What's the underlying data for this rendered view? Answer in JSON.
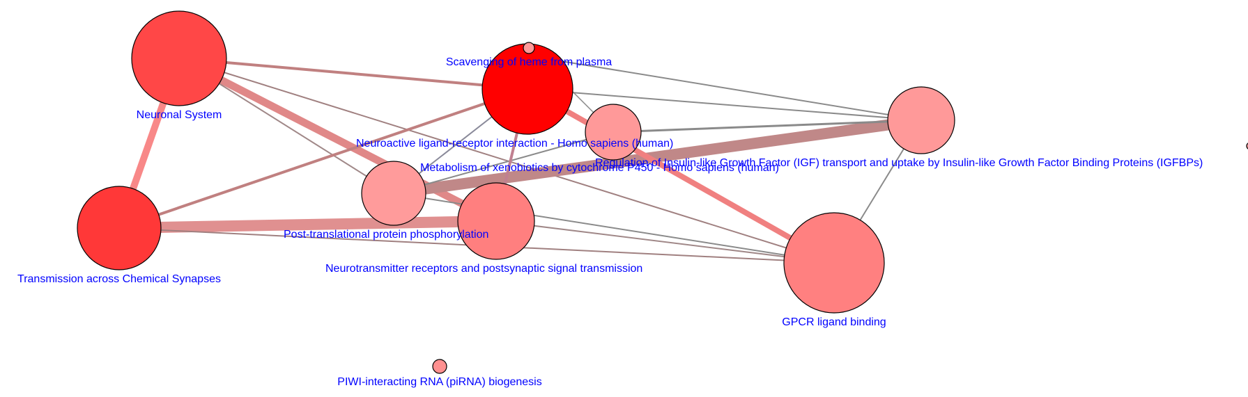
{
  "network": {
    "nodes": [
      {
        "id": "neuronal_system",
        "label": "Neuronal System",
        "color": "#ff4747"
      },
      {
        "id": "transmission_chemical_synapses",
        "label": "Transmission across Chemical Synapses",
        "color": "#ff3838"
      },
      {
        "id": "scavenging_heme",
        "label": "Scavenging of heme from plasma",
        "color": "#ff0000"
      },
      {
        "id": "neuroactive_ligand",
        "label": "Neuroactive ligand-receptor interaction - Homo sapiens (human)",
        "color": "#ff9999"
      },
      {
        "id": "metabolism_xenobiotics",
        "label": "Metabolism of xenobiotics by cytochrome P450 - Homo sapiens (human)",
        "color": "#ff9a9a"
      },
      {
        "id": "igf_transport",
        "label": "Regulation of Insulin-like Growth Factor (IGF) transport and uptake by Insulin-like Growth Factor Binding Proteins (IGFBPs)",
        "color": "#ff9999"
      },
      {
        "id": "post_translational",
        "label": "Post-translational protein phosphorylation",
        "color": "#ff9b9b"
      },
      {
        "id": "neurotransmitter_receptors",
        "label": "Neurotransmitter receptors and postsynaptic signal transmission",
        "color": "#ff7f7f"
      },
      {
        "id": "gpcr_ligand",
        "label": "GPCR ligand binding",
        "color": "#ff8080"
      },
      {
        "id": "piwi_rna",
        "label": "PIWI-interacting RNA (piRNA) biogenesis",
        "color": "#ff9090"
      }
    ],
    "edges": [
      {
        "source": "neuronal_system",
        "target": "transmission_chemical_synapses",
        "weight": 10,
        "color": "#f88888"
      },
      {
        "source": "neuronal_system",
        "target": "neurotransmitter_receptors",
        "weight": 11,
        "color": "#e08888"
      },
      {
        "source": "neuronal_system",
        "target": "scavenging_heme",
        "weight": 4,
        "color": "#c08080"
      },
      {
        "source": "neuronal_system",
        "target": "gpcr_ligand",
        "weight": 2,
        "color": "#a08080"
      },
      {
        "source": "neuronal_system",
        "target": "post_translational",
        "weight": 2,
        "color": "#a08888"
      },
      {
        "source": "transmission_chemical_synapses",
        "target": "neurotransmitter_receptors",
        "weight": 16,
        "color": "#e09090"
      },
      {
        "source": "transmission_chemical_synapses",
        "target": "scavenging_heme",
        "weight": 4,
        "color": "#c08080"
      },
      {
        "source": "transmission_chemical_synapses",
        "target": "gpcr_ligand",
        "weight": 2,
        "color": "#a08080"
      },
      {
        "source": "post_translational",
        "target": "igf_transport",
        "weight": 16,
        "color": "#c08888"
      },
      {
        "source": "post_translational",
        "target": "scavenging_heme",
        "weight": 2,
        "color": "#8a8a9a"
      },
      {
        "source": "post_translational",
        "target": "neuroactive_ligand",
        "weight": 2,
        "color": "#8a8a8a"
      },
      {
        "source": "post_translational",
        "target": "gpcr_ligand",
        "weight": 2,
        "color": "#8a8a8a"
      },
      {
        "source": "scavenging_heme",
        "target": "gpcr_ligand",
        "weight": 8,
        "color": "#f08080"
      },
      {
        "source": "scavenging_heme",
        "target": "igf_transport",
        "weight": 2,
        "color": "#8a8a8a"
      },
      {
        "source": "scavenging_heme",
        "target": "neurotransmitter_receptors",
        "weight": 4,
        "color": "#c08090"
      },
      {
        "source": "neuroactive_ligand",
        "target": "igf_transport",
        "weight": 3,
        "color": "#8a8a8a"
      },
      {
        "source": "neuroactive_ligand",
        "target": "metabolism_xenobiotics",
        "weight": 1.5,
        "color": "#8a8a8a"
      },
      {
        "source": "igf_transport",
        "target": "gpcr_ligand",
        "weight": 2,
        "color": "#8a8a8a"
      },
      {
        "source": "neurotransmitter_receptors",
        "target": "gpcr_ligand",
        "weight": 2,
        "color": "#a08888"
      }
    ]
  }
}
